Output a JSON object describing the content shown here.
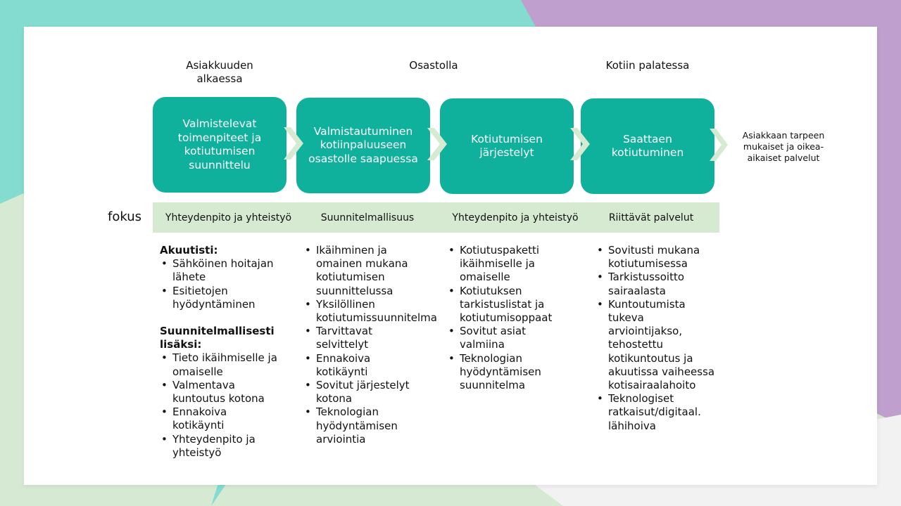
{
  "colors": {
    "teal_box": "#0fb19d",
    "focus_band": "#d5ead0",
    "bg_teal": "#84dbd0",
    "bg_purple": "#bf9fcd",
    "bg_green": "#d6ead3",
    "arrow": "#d5ead0"
  },
  "phases": [
    {
      "label": "Asiakkuuden alkaessa"
    },
    {
      "label": "Osastolla"
    },
    {
      "label": "Kotiin palatessa"
    }
  ],
  "steps": [
    {
      "label": "Valmistelevat toimenpiteet ja kotiutumisen suunnittelu"
    },
    {
      "label": "Valmistautuminen kotiinpaluuseen osastolle saapuessa"
    },
    {
      "label": "Kotiutumisen järjestelyt"
    },
    {
      "label": "Saattaen kotiutuminen"
    }
  ],
  "outcome": "Asiakkaan tarpeen mukaiset ja oikea-aikaiset palvelut",
  "focus": {
    "label": "fokus",
    "items": [
      "Yhteydenpito ja yhteistyö",
      "Suunnitelmallisuus",
      "Yhteydenpito ja yhteistyö",
      "Riittävät palvelut"
    ]
  },
  "columns": [
    {
      "head1": "Akuutisti:",
      "items1": [
        "Sähköinen hoitajan lähete",
        "Esitietojen hyödyntäminen"
      ],
      "head2": "Suunnitelmallisesti lisäksi:",
      "items2": [
        "Tieto ikäihmiselle ja omaiselle",
        "Valmentava kuntoutus kotona",
        "Ennakoiva kotikäynti",
        "Yhteydenpito ja yhteistyö"
      ]
    },
    {
      "items": [
        "Ikäihminen ja omainen mukana kotiutumisen suunnittelussa",
        "Yksilöllinen kotiutumissuunnitelma",
        "Tarvittavat selvittelyt",
        "Ennakoiva kotikäynti",
        "Sovitut järjestelyt kotona",
        "Teknologian hyödyntämisen arviointia"
      ]
    },
    {
      "items": [
        "Kotiutuspaketti ikäihmiselle ja omaiselle",
        "Kotiutuksen tarkistuslistat ja kotiutumisoppaat",
        "Sovitut asiat valmiina",
        "Teknologian hyödyntämisen suunnitelma"
      ]
    },
    {
      "items": [
        "Sovitusti mukana kotiutumisessa",
        "Tarkistussoitto sairaalasta",
        "Kuntoutumista tukeva arviointijakso, tehostettu kotikuntoutus ja akuutissa vaiheessa kotisairaalahoito",
        "Teknologiset ratkaisut/digitaal. lähihoiva"
      ]
    }
  ]
}
